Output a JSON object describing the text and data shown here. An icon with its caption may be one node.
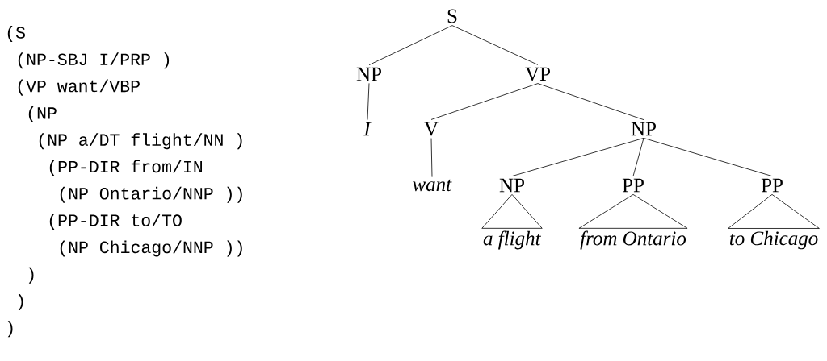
{
  "diagram": {
    "nodes": [
      {
        "text": [
          "S"
        ]
      },
      {
        "text": [
          "NP"
        ]
      },
      {
        "text": [
          "VP"
        ]
      },
      {
        "text": [
          "*I*"
        ]
      },
      {
        "text": [
          "V"
        ]
      },
      {
        "text": [
          "NP"
        ]
      },
      {
        "text": [
          "*want*"
        ]
      },
      {
        "text": [
          "NP"
        ]
      },
      {
        "text": [
          "PP"
        ]
      },
      {
        "text": [
          "PP"
        ]
      },
      {
        "text": [
          "*a flight*"
        ]
      },
      {
        "text": [
          "*from Ontario*"
        ]
      },
      {
        "text": [
          "*to Chicago*"
        ]
      }
    ],
    "edges": [
      {
        "from": 0,
        "to": 1,
        "arrow": "none"
      },
      {
        "from": 0,
        "to": 2,
        "arrow": "none"
      },
      {
        "from": 1,
        "to": 3,
        "arrow": "none"
      },
      {
        "from": 2,
        "to": 4,
        "arrow": "none"
      },
      {
        "from": 2,
        "to": 5,
        "arrow": "none"
      },
      {
        "from": 4,
        "to": 6,
        "arrow": "none"
      },
      {
        "from": 5,
        "to": 7,
        "arrow": "none"
      },
      {
        "from": 5,
        "to": 8,
        "arrow": "none"
      },
      {
        "from": 5,
        "to": 9,
        "arrow": "none"
      },
      {
        "from": 7,
        "to": 10,
        "arrow": "none"
      },
      {
        "from": 8,
        "to": 11,
        "arrow": "none"
      },
      {
        "from": 9,
        "to": 12,
        "arrow": "none"
      }
    ],
    "labels": [
      "(S",
      "(NP-SBJ I/PRP )",
      "(VP want/VBP",
      "(NP",
      "(NP a/DT flight/NN )",
      "(PP-DIR from/IN",
      "(NP Ontario/NNP ))",
      "(PP-DIR to/TO",
      "(NP Chicago/NNP ))",
      ")",
      ")",
      ")"
    ]
  }
}
